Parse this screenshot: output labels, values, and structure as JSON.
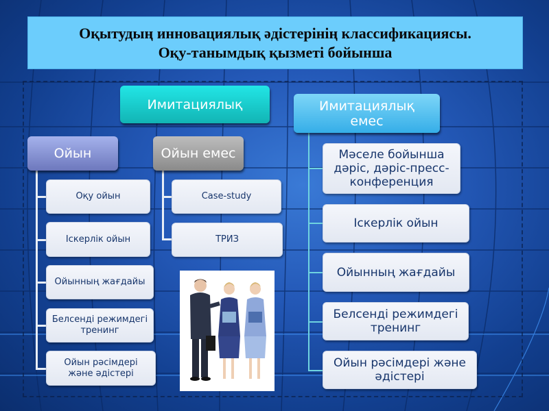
{
  "title": {
    "line1": "Оқытудың инновациялық әдістерінің классификациясы.",
    "line2": "Оқу-танымдық қызметі  бойынша"
  },
  "diagram": {
    "imitative": {
      "label": "Имитациялық",
      "color": "#1ccccc",
      "groups": [
        {
          "label": "Ойын",
          "color": "#8a95d4",
          "items": [
            "Оқу ойын",
            "Іскерлік ойын",
            "Ойынның жағдайы",
            "Белсенді режимдегі тренинг",
            "Ойын рәсімдері және әдістері"
          ]
        },
        {
          "label": "Ойын емес",
          "color": "#a3a3a3",
          "items": [
            "Case-study",
            "ТРИЗ"
          ]
        }
      ]
    },
    "non_imitative": {
      "label": "Имитациялық емес",
      "color": "#55c0ee",
      "items": [
        "Мәселе бойынша дәріс, дәріс-пресс-конференция",
        "Іскерлік ойын",
        "Ойынның жағдайы",
        "Белсенді режимдегі тренинг",
        "Ойын рәсімдері және әдістері"
      ]
    }
  },
  "image": {
    "description": "business-people-illustration"
  }
}
